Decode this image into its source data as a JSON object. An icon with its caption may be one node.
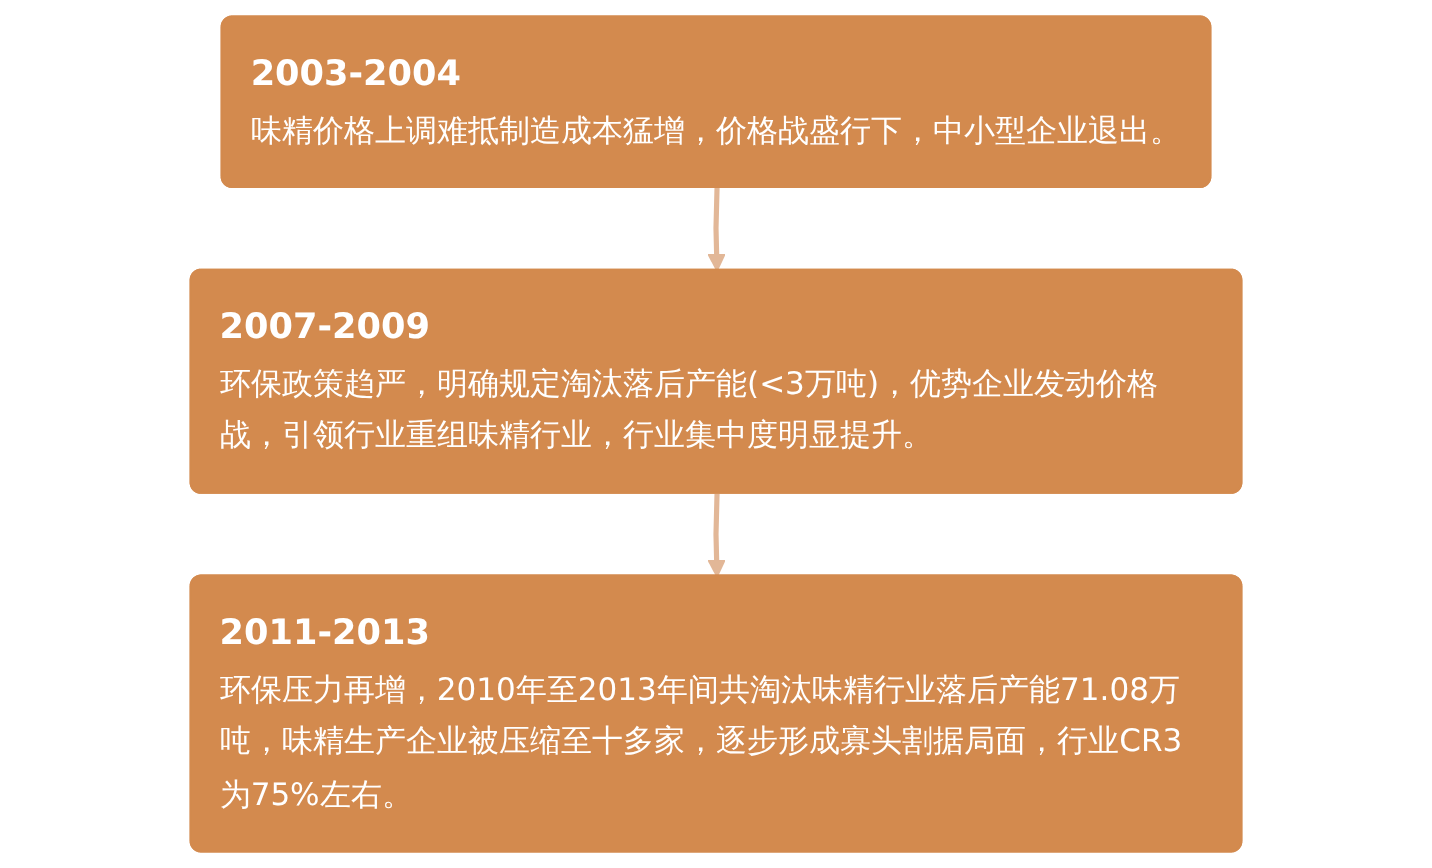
{
  "diagram": {
    "nodes": [
      {
        "text": [
          "2003-2004",
          "味精价格上调难抵制造成本猛增，价格战盛行下，中小型企业退出。"
        ]
      },
      {
        "text": [
          "2007-2009",
          "环保政策趋严，明确规定淘汰落后产能(<3万吨)，优势企业发动价格战，引领行业重组味精行业，行业集中度明显提升。"
        ]
      },
      {
        "text": [
          "2011-2013",
          "环保压力再增，2010年至2013年间共淘汰味精行业落后产能71.08万吨，味精生产企业被压缩至十多家，逐步形成寡头割据局面，行业CR3为75%左右。"
        ]
      }
    ],
    "edges": [
      {
        "from": 0,
        "to": 1,
        "arrow": "to"
      },
      {
        "from": 1,
        "to": 2,
        "arrow": "to"
      }
    ]
  }
}
